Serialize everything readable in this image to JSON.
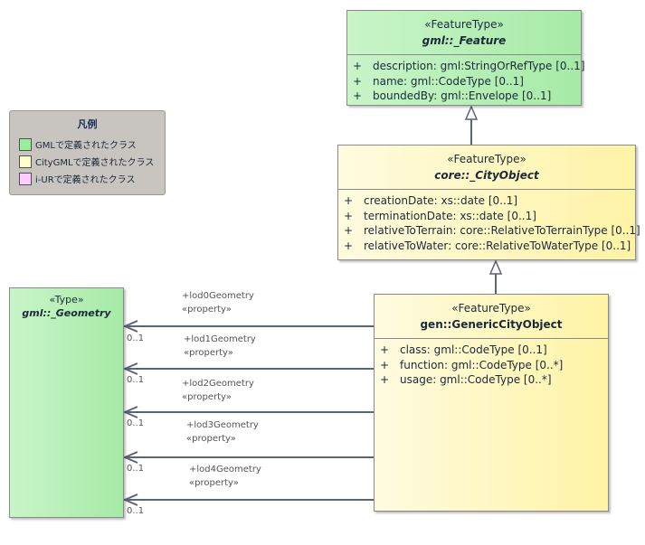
{
  "legend": {
    "title": "凡例",
    "items": [
      {
        "label": "GMLで定義されたクラス",
        "color": "#99ee99"
      },
      {
        "label": "CityGMLで定義されたクラス",
        "color": "#ffffcc"
      },
      {
        "label": "i-URで定義されたクラス",
        "color": "#ffccff"
      }
    ]
  },
  "feature": {
    "stereotype": "«FeatureType»",
    "name": "gml::_Feature",
    "attributes": [
      {
        "vis": "+",
        "text": "description: gml:StringOrRefType [0..1]"
      },
      {
        "vis": "+",
        "text": "name: gml::CodeType [0..1]"
      },
      {
        "vis": "+",
        "text": "boundedBy: gml::Envelope [0..1]"
      }
    ]
  },
  "cityobject": {
    "stereotype": "«FeatureType»",
    "name": "core::_CityObject",
    "attributes": [
      {
        "vis": "+",
        "text": "creationDate: xs::date [0..1]"
      },
      {
        "vis": "+",
        "text": "terminationDate: xs::date [0..1]"
      },
      {
        "vis": "+",
        "text": "relativeToTerrain: core::RelativeToTerrainType [0..1]"
      },
      {
        "vis": "+",
        "text": "relativeToWater: core::RelativeToWaterType [0..1]"
      }
    ]
  },
  "generic": {
    "stereotype": "«FeatureType»",
    "name": "gen::GenericCityObject",
    "attributes": [
      {
        "vis": "+",
        "text": "class: gml::CodeType [0..1]"
      },
      {
        "vis": "+",
        "text": "function: gml::CodeType [0..*]"
      },
      {
        "vis": "+",
        "text": "usage: gml::CodeType [0..*]"
      }
    ]
  },
  "geometry": {
    "stereotype": "«Type»",
    "name": "gml::_Geometry"
  },
  "associations": [
    {
      "role": "+lod0Geometry",
      "stereo": "«property»",
      "mult": "0..1"
    },
    {
      "role": "+lod1Geometry",
      "stereo": "«property»",
      "mult": "0..1"
    },
    {
      "role": "+lod2Geometry",
      "stereo": "«property»",
      "mult": "0..1"
    },
    {
      "role": "+lod3Geometry",
      "stereo": "«property»",
      "mult": "0..1"
    },
    {
      "role": "+lod4Geometry",
      "stereo": "«property»",
      "mult": "0..1"
    }
  ]
}
